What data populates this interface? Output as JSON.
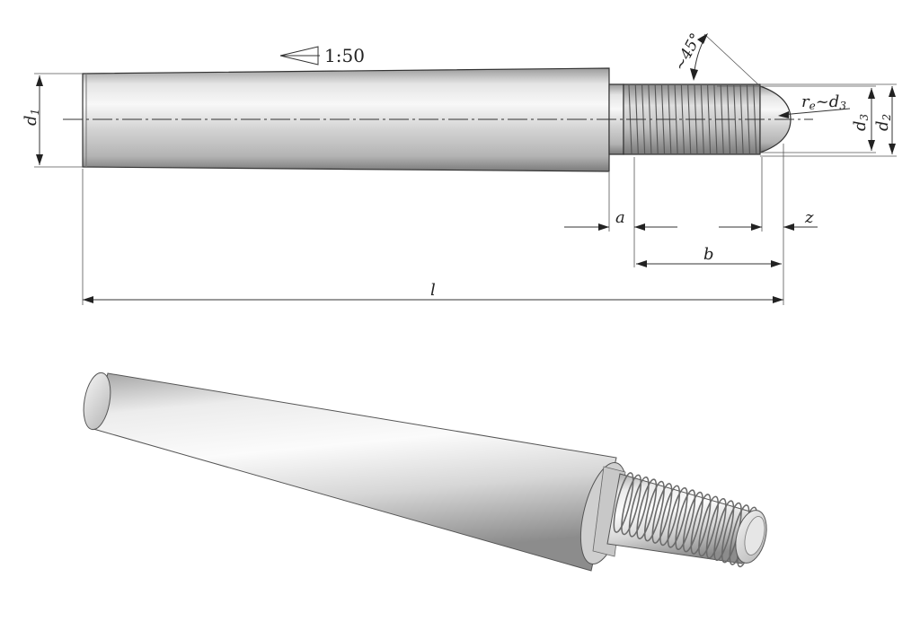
{
  "taper_label": "1:50",
  "labels": {
    "d1": "d",
    "d1_sub": "1",
    "d2": "d",
    "d2_sub": "2",
    "d3": "d",
    "d3_sub": "3",
    "angle": "~45°",
    "radius_r": "r",
    "radius_sub": "e",
    "radius_rest": "~d",
    "radius_rest_sub": "3",
    "a": "a",
    "b": "b",
    "z": "z",
    "l": "l"
  }
}
